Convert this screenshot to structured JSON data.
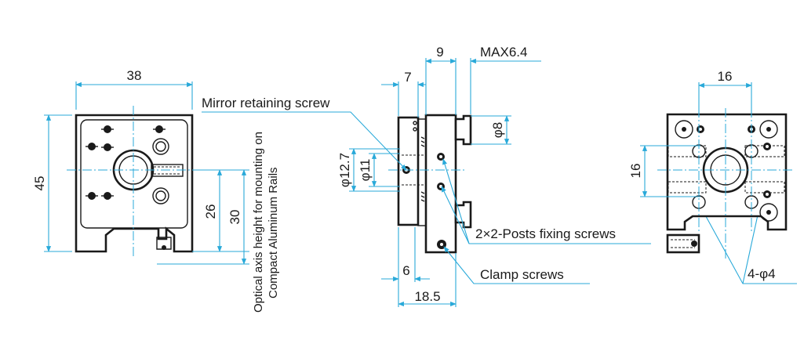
{
  "front_view": {
    "dims": {
      "width": "38",
      "height": "45",
      "axis_height": "26",
      "rail_height": "30"
    },
    "rail_note": [
      "Optical axis height for mounting on",
      "Compact Aluminum Rails"
    ]
  },
  "side_view": {
    "dims": {
      "top_a": "7",
      "top_b": "9",
      "max": "MAX6.4",
      "dia_knob": "φ8",
      "dia_a": "φ12.7",
      "dia_b": "φ11",
      "bottom_a": "6",
      "bottom_b": "18.5"
    }
  },
  "callouts": {
    "mirror_screw": "Mirror retaining screw",
    "post_screws": "2×2-Posts fixing screws",
    "clamp_screws": "Clamp screws",
    "holes": "4-φ4"
  },
  "back_view": {
    "dims": {
      "width": "16",
      "height": "16"
    }
  },
  "colors": {
    "dimension": "#29a9d9",
    "outline": "#1a1a1a"
  }
}
